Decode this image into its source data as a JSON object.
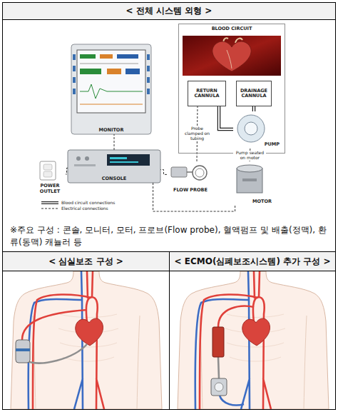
{
  "diagram": {
    "nodes": [
      {
        "text": [
          "BLOOD CIRCUIT"
        ]
      },
      {
        "text": [
          "RETURN CANNULA"
        ],
        "in": 0
      },
      {
        "text": [
          "DRAINAGE CANNULA"
        ],
        "in": 0
      },
      {
        "text": [
          "PUMP"
        ],
        "in": 0
      },
      {
        "text": [
          "MONITOR"
        ]
      },
      {
        "text": [
          "POWER OUTLET"
        ]
      },
      {
        "text": [
          "CONSOLE"
        ]
      },
      {
        "text": [
          "FLOW PROBE"
        ]
      },
      {
        "text": [
          "MOTOR"
        ]
      }
    ],
    "edges": [
      {
        "from": 2,
        "to": 3,
        "arrow": "none"
      },
      {
        "from": 3,
        "to": 1,
        "arrow": "none"
      },
      {
        "from": 7,
        "to": 1,
        "label": "Probe clamped on tubing",
        "arrow": "none"
      },
      {
        "from": 3,
        "to": 8,
        "label": "Pump seated on motor",
        "arrow": "none"
      },
      {
        "from": 7,
        "to": 6,
        "arrow": "none"
      },
      {
        "from": 8,
        "to": 6,
        "arrow": "none"
      },
      {
        "from": 6,
        "to": 4,
        "arrow": "none"
      },
      {
        "from": 6,
        "to": 5,
        "arrow": "none"
      }
    ],
    "labels": [
      "< 전체 시스템 외형 >",
      "※주요 구성 : 콘솔, 모니터, 모터, 프로브(Flow probe), 혈액펌프 및 배출(정맥), 환류(동맥) 캐뉼러 등",
      "< 심실보조 구성 >",
      "< ECMO(심폐보조시스템) 추가 구성 >"
    ],
    "legend": [
      {
        "text": "Blood circuit connections"
      },
      {
        "text": "Electrical connections"
      }
    ]
  }
}
